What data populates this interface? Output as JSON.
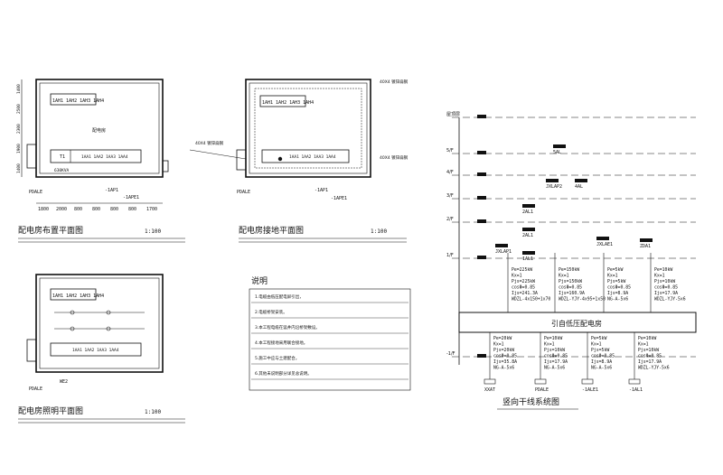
{
  "plans": {
    "layout": {
      "title": "配电房布置平面图",
      "scale": "1:100",
      "transformer": "T1",
      "transformer_rating": "630KVA",
      "panel_row_top": "1AH1 1AH2 1AH3 1AH4",
      "panel_row_bottom": "1AA1 1AA2 1AA3 1AA4",
      "room_label": "配电房",
      "tag_pdale": "PDALE",
      "tag_1ap1": "-1AP1",
      "tag_1ape1": "-1APE1",
      "dims_bottom": [
        "1800",
        "2000",
        "800",
        "800",
        "800",
        "800",
        "1700"
      ],
      "dims_left": [
        "1400",
        "2500",
        "2300",
        "1900",
        "1400"
      ]
    },
    "grounding": {
      "title": "配电房接地平面图",
      "scale": "1:100",
      "panel_row_top": "1AH1 1AH2 1AH3 1AH4",
      "panel_row_bottom": "1AA1 1AA2 1AA3 1AA4",
      "note_left": "40X4 镀锌扁钢",
      "note_right": "40X4 镀锌扁钢",
      "note_top": "40X4 镀锌扁钢",
      "tag_pdale": "PDALE",
      "tag_1ap1": "-1AP1",
      "tag_1ape1": "-1APE1"
    },
    "lighting": {
      "title": "配电房照明平面图",
      "scale": "1:100",
      "panel_row_top": "1AH1 1AH2 1AH3 1AH4",
      "panel_row_bottom": "1AA1 1AA2 1AA3 1AA4",
      "tag_pdale": "PDALE",
      "tag_we2": "WE2"
    }
  },
  "notes": {
    "title": "说明",
    "items": [
      "1.电缆由低压配电屏引出，",
      "2.电缆桥架安装。",
      "3.本工程电缆在竖井内沿桥架敷设。",
      "4.本工程接地采用联合接地。",
      "5.施工中应与土建配合。",
      "6.其他未说明部分详见总说明。"
    ]
  },
  "riser": {
    "title": "竖向干线系统图",
    "floors": [
      "屋顶层",
      "5/F",
      "4/F",
      "3/F",
      "2/F",
      "1/F",
      "-1/F"
    ],
    "busbar_label": "引自低压配电房",
    "upper_boxes": [
      {
        "id": "5AL"
      },
      {
        "id": "JXLAP2"
      },
      {
        "id": "4AL"
      },
      {
        "id": "2AL1"
      },
      {
        "id": "2AL1"
      },
      {
        "id": "JXLAP1"
      },
      {
        "id": "1AL1"
      },
      {
        "id": "JXLAE1"
      },
      {
        "id": "ZDA1"
      }
    ],
    "upper_feeders": [
      {
        "pe": "Pe=225kW",
        "kx": "Kx=1",
        "pjs": "Pjs=225kW",
        "cos": "cosΦ=0.85",
        "ijs": "Ijs=241.3A",
        "cable": "WDZL-4x150+1x70"
      },
      {
        "pe": "Pe=150kW",
        "kx": "Kx=1",
        "pjs": "Pjs=150kW",
        "cos": "cosΦ=0.85",
        "ijs": "Ijs=160.9A",
        "cable": "WDZL-YJY-4x95+1x50"
      },
      {
        "pe": "Pe=5kW",
        "kx": "Kx=1",
        "pjs": "Pjs=5kW",
        "cos": "cosΦ=0.85",
        "ijs": "Ijs=8.9A",
        "cable": "NG-A-5x6"
      },
      {
        "pe": "Pe=10kW",
        "kx": "Kx=1",
        "pjs": "Pjs=10kW",
        "cos": "cosΦ=0.85",
        "ijs": "Ijs=17.9A",
        "cable": "WDZL-YJY-5x6"
      }
    ],
    "lower_feeders": [
      {
        "pe": "Pe=20kW",
        "kx": "Kx=1",
        "pjs": "Pjs=20kW",
        "cos": "cosΦ=0.85",
        "ijs": "Ijs=35.8A",
        "cable": "NG-A-5x6",
        "tag": "XXAT"
      },
      {
        "pe": "Pe=10kW",
        "kx": "Kx=1",
        "pjs": "Pjs=10kW",
        "cos": "cosΦ=0.85",
        "ijs": "Ijs=17.9A",
        "cable": "NG-A-5x6",
        "tag": "PDALE"
      },
      {
        "pe": "Pe=5kW",
        "kx": "Kx=1",
        "pjs": "Pjs=5kW",
        "cos": "cosΦ=0.85",
        "ijs": "Ijs=8.9A",
        "cable": "NG-A-5x6",
        "tag": "-1ALE1"
      },
      {
        "pe": "Pe=10kW",
        "kx": "Kx=1",
        "pjs": "Pjs=10kW",
        "cos": "cosΦ=0.85",
        "ijs": "Ijs=17.9A",
        "cable": "WDZL-YJY-5x6",
        "tag": "-1AL1"
      }
    ]
  }
}
